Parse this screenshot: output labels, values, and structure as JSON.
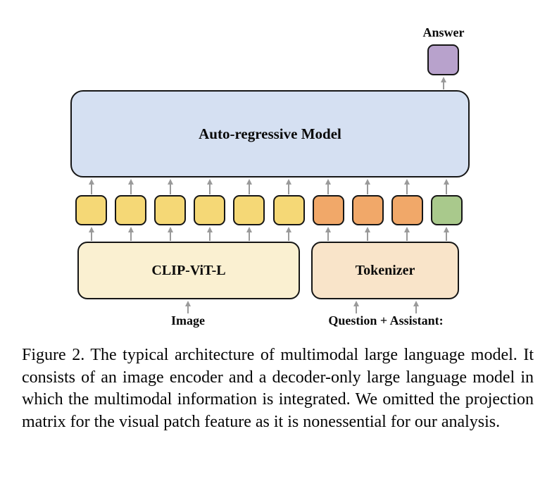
{
  "figure": {
    "answer_label": "Answer",
    "model_label": "Auto-regressive Model",
    "image_encoder_label": "CLIP-ViT-L",
    "tokenizer_label": "Tokenizer",
    "image_input_label": "Image",
    "text_input_label": "Question + Assistant:",
    "tokens": [
      {
        "kind": "visual-token",
        "color": "#f5d876"
      },
      {
        "kind": "visual-token",
        "color": "#f5d876"
      },
      {
        "kind": "visual-token",
        "color": "#f5d876"
      },
      {
        "kind": "visual-token",
        "color": "#f5d876"
      },
      {
        "kind": "visual-token",
        "color": "#f5d876"
      },
      {
        "kind": "visual-token",
        "color": "#f5d876"
      },
      {
        "kind": "text-token",
        "color": "#f1a869"
      },
      {
        "kind": "text-token",
        "color": "#f1a869"
      },
      {
        "kind": "text-token",
        "color": "#f1a869"
      },
      {
        "kind": "last-text-token",
        "color": "#a9c98c"
      }
    ],
    "colors": {
      "model_box": "#d5e0f2",
      "image_encoder_box": "#faf0d1",
      "tokenizer_box": "#f9e4c9",
      "answer_box": "#b8a2cc",
      "arrow": "#9a9a9a"
    }
  },
  "caption": {
    "text": "Figure 2.  The typical architecture of multimodal large language model.  It consists of an image encoder and a decoder-only large language model in which the multimodal information is integrated. We omitted the projection matrix for the visual patch feature as it is nonessential for our analysis."
  }
}
